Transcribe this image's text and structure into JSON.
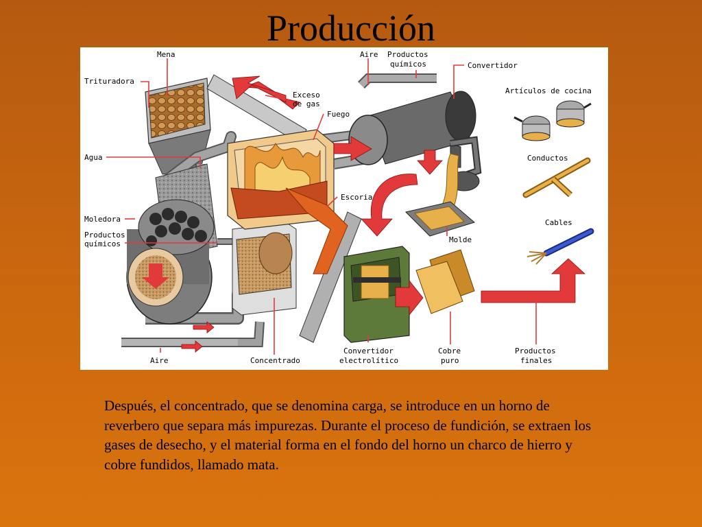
{
  "title": "Producción",
  "diagram": {
    "labels": {
      "mena": "Mena",
      "trituradora": "Trituradora",
      "agua": "Agua",
      "moledora": "Moledora",
      "productos_quimicos_left_1": "Productos",
      "productos_quimicos_left_2": "químicos",
      "aire_bottom": "Aire",
      "concentrado": "Concentrado",
      "exceso_1": "Exceso",
      "exceso_2": "de gas",
      "fuego": "Fuego",
      "escoria": "Escoria",
      "aire_top": "Aire",
      "productos_quimicos_top_1": "Productos",
      "productos_quimicos_top_2": "químicos",
      "convertidor": "Convertidor",
      "molde": "Molde",
      "convertidor_electrolitico_1": "Convertidor",
      "convertidor_electrolitico_2": "electrolítico",
      "cobre_puro_1": "Cobre",
      "cobre_puro_2": "puro",
      "productos_finales_1": "Productos",
      "productos_finales_2": "finales",
      "articulos_cocina": "Artículos de cocina",
      "conductos": "Conductos",
      "cables": "Cables"
    },
    "colors": {
      "arrow": "#e23a3a",
      "pipe": "#8f8f8f",
      "ore": "#c48a45",
      "copper": "#e8b04a",
      "green": "#5e7a3a",
      "furnace": "#f1c98a"
    }
  },
  "paragraph": "Después, el concentrado, que se denomina carga, se introduce en un horno de reverbero que separa más impurezas. Durante el proceso de fundición, se extraen los gases de desecho, y el material forma en el fondo del horno un charco de hierro y cobre fundidos, llamado mata."
}
